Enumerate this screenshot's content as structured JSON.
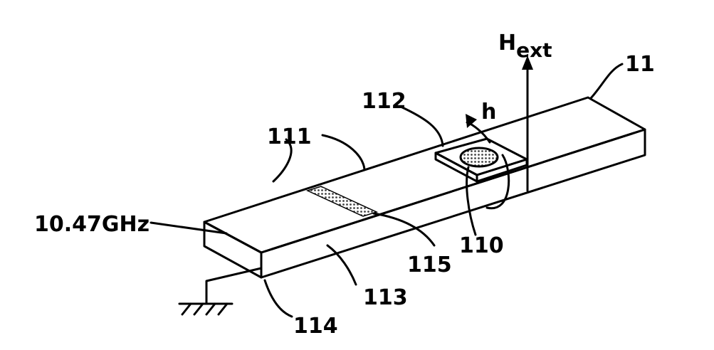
{
  "labels": {
    "field": "H",
    "field_sub": "ext",
    "substrate": "11",
    "magnet": "112",
    "rf_field": "h",
    "strip": "111",
    "frequency": "10.47GHz",
    "gap": "115",
    "sphere": "110",
    "face": "113",
    "ground": "114"
  },
  "colors": {
    "ink": "#000000",
    "background": "#ffffff",
    "shading": "#888888"
  }
}
